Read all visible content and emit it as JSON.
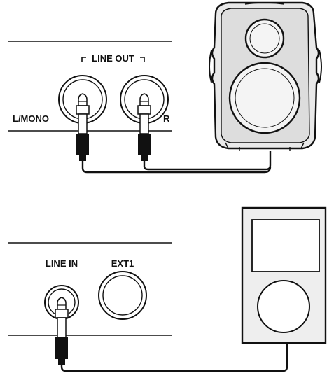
{
  "top_panel": {
    "group_label": "LINE OUT",
    "left_jack_label": "L/MONO",
    "right_jack_label": "R",
    "device_icon": "speaker-icon"
  },
  "bottom_panel": {
    "line_in_label": "LINE IN",
    "ext1_label": "EXT1",
    "device_icon": "portable-player-icon"
  },
  "colors": {
    "ink": "#111111",
    "speaker_body": "#e9e9e9",
    "player_body": "#eeeeee"
  }
}
